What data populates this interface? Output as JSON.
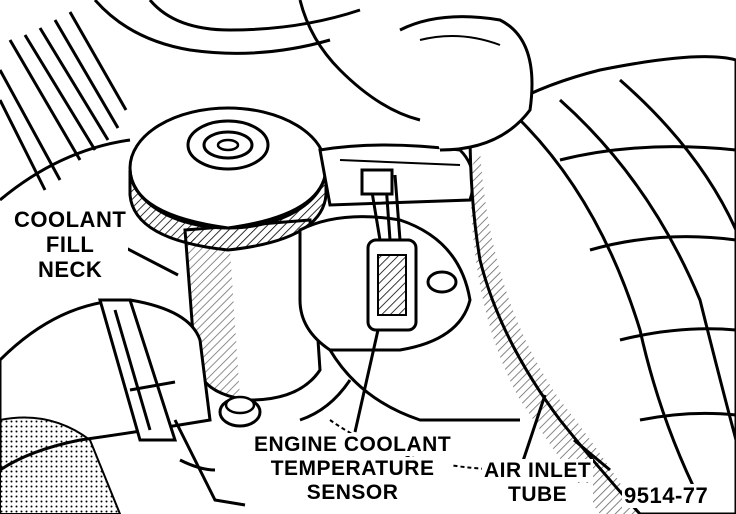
{
  "labels": {
    "coolant_fill_neck": [
      "COOLANT",
      "FILL",
      "NECK"
    ],
    "ect_sensor": [
      "ENGINE COOLANT",
      "TEMPERATURE",
      "SENSOR"
    ],
    "air_inlet_tube": [
      "AIR INLET",
      "TUBE"
    ],
    "figure_code": "9514-77"
  },
  "colors": {
    "ink": "#000000",
    "paper": "#ffffff"
  }
}
